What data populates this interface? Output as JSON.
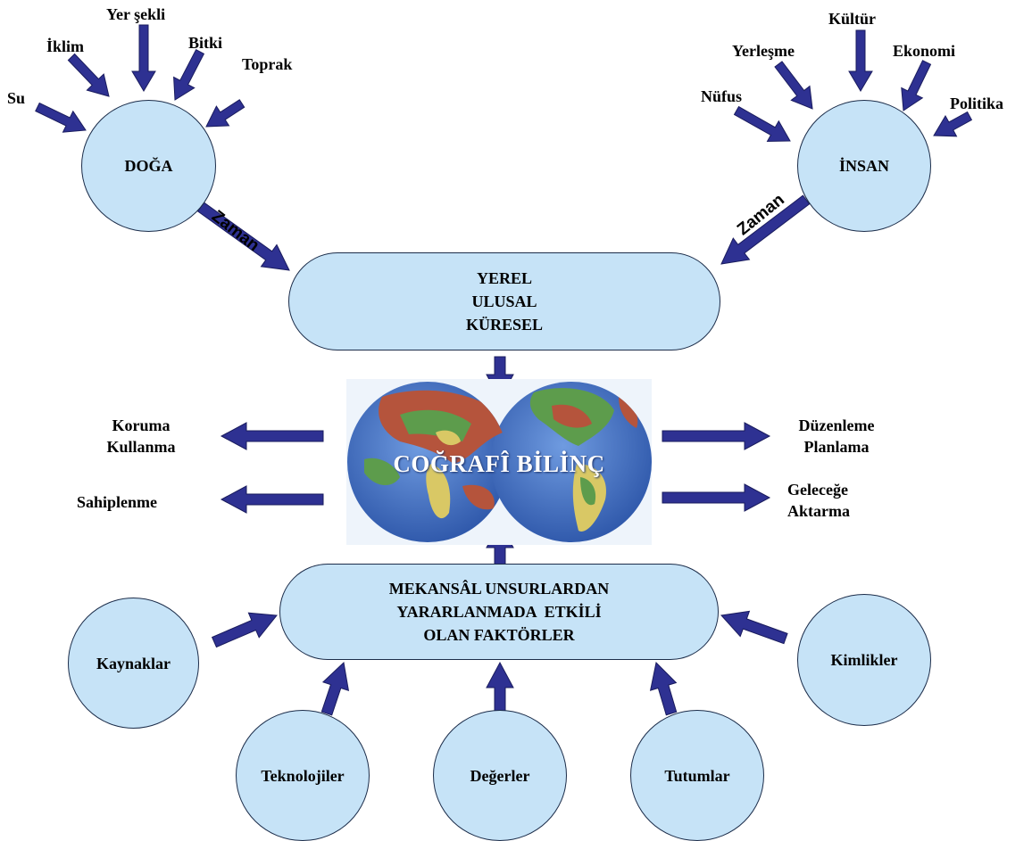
{
  "doga": {
    "label": "DOĞA",
    "inputs": [
      "Su",
      "İklim",
      "Yer şekli",
      "Bitki",
      "Toprak"
    ]
  },
  "insan": {
    "label": "İNSAN",
    "inputs": [
      "Nüfus",
      "Yerleşme",
      "Kültür",
      "Ekonomi",
      "Politika"
    ]
  },
  "zaman_label": "Zaman",
  "scale": {
    "lines": [
      "YEREL",
      "ULUSAL",
      "KÜRESEL"
    ]
  },
  "center_title": "COĞRAFÎ BİLİNÇ",
  "outputs_left": {
    "top": [
      "Koruma",
      "Kullanma"
    ],
    "bottom": "Sahiplenme"
  },
  "outputs_right": {
    "top": [
      "Düzenleme",
      "Planlama"
    ],
    "bottom": [
      "Geleceğe",
      "Aktarma"
    ]
  },
  "factors": {
    "lines": [
      "MEKANSÂL UNSURLARDAN",
      "YARARLANMADA  ETKİLİ",
      "OLAN FAKTÖRLER"
    ],
    "items": [
      "Kaynaklar",
      "Teknolojiler",
      "Değerler",
      "Tutumlar",
      "Kimlikler"
    ]
  },
  "colors": {
    "arrow": "#2e3192",
    "node_fill": "#c6e3f7",
    "node_border": "#1c2d4a",
    "ocean": "#3f6fc4",
    "land_green": "#5d9c4c",
    "land_red": "#b5543c",
    "land_yellow": "#d9c865"
  }
}
